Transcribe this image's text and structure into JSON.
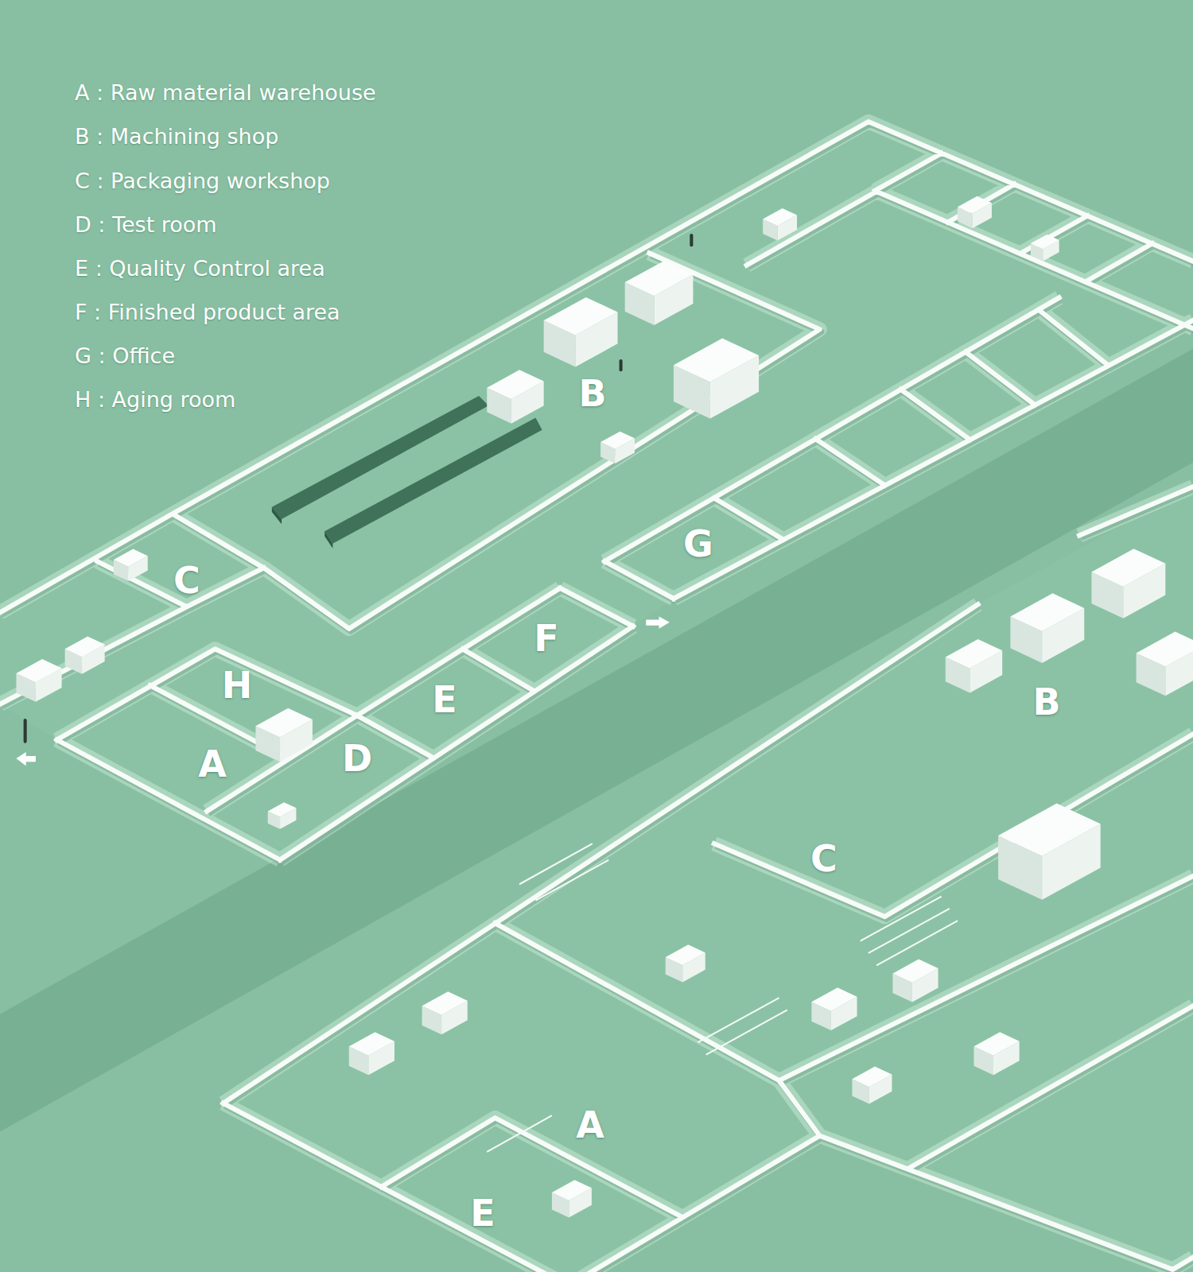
{
  "diagram": {
    "labels": [
      "B",
      "G",
      "C",
      "F",
      "H",
      "E",
      "B",
      "D",
      "A",
      "C",
      "A",
      "E"
    ],
    "legend": [
      {
        "text": "A : Raw material warehouse"
      },
      {
        "text": "B : Machining shop"
      },
      {
        "text": "C : Packaging workshop"
      },
      {
        "text": "D : Test room"
      },
      {
        "text": "E : Quality Control area"
      },
      {
        "text": "F : Finished product area"
      },
      {
        "text": "G : Office"
      },
      {
        "text": "H : Aging room"
      }
    ]
  }
}
